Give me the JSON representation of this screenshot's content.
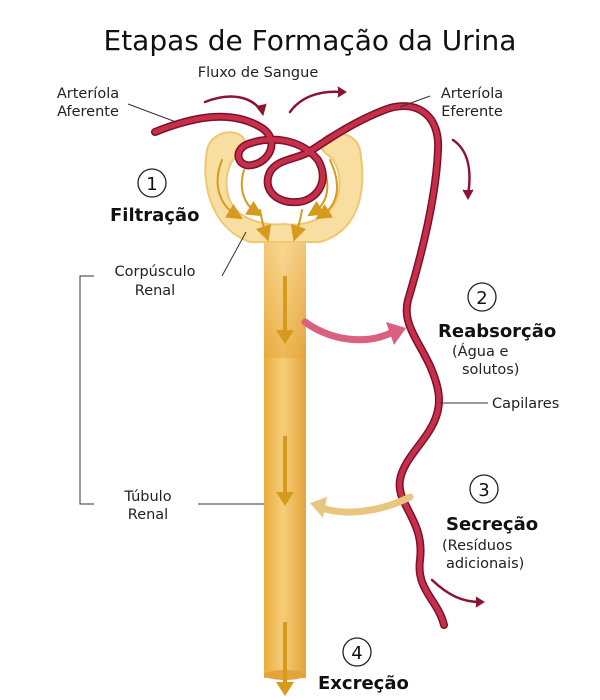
{
  "title": "Etapas de Formação da Urina",
  "labels": {
    "blood_flow": "Fluxo de Sangue",
    "afferent_line1": "Arteríola",
    "afferent_line2": "Aferente",
    "efferent_line1": "Arteríola",
    "efferent_line2": "Eferente",
    "corpuscle_line1": "Corpúsculo",
    "corpuscle_line2": "Renal",
    "tubule_line1": "Túbulo",
    "tubule_line2": "Renal",
    "capillaries": "Capilares"
  },
  "stages": [
    {
      "number": "1",
      "name": "Filtração"
    },
    {
      "number": "2",
      "name": "Reabsorção",
      "detail_line1": "(Água e",
      "detail_line2": "solutos)"
    },
    {
      "number": "3",
      "name": "Secreção",
      "detail_line1": "(Resíduos",
      "detail_line2": "adicionais)"
    },
    {
      "number": "4",
      "name": "Excreção"
    }
  ],
  "colors": {
    "vessel": "#c62f4a",
    "vessel_dark": "#7d1028",
    "tubule": "#f1c268",
    "tubule_light": "#fbe3ad",
    "flow_arrow": "#d69a1e",
    "reabsorption_arrow": "#d9607e",
    "secretion_arrow": "#e8c67d",
    "outflow_arrow": "#8b1530"
  }
}
